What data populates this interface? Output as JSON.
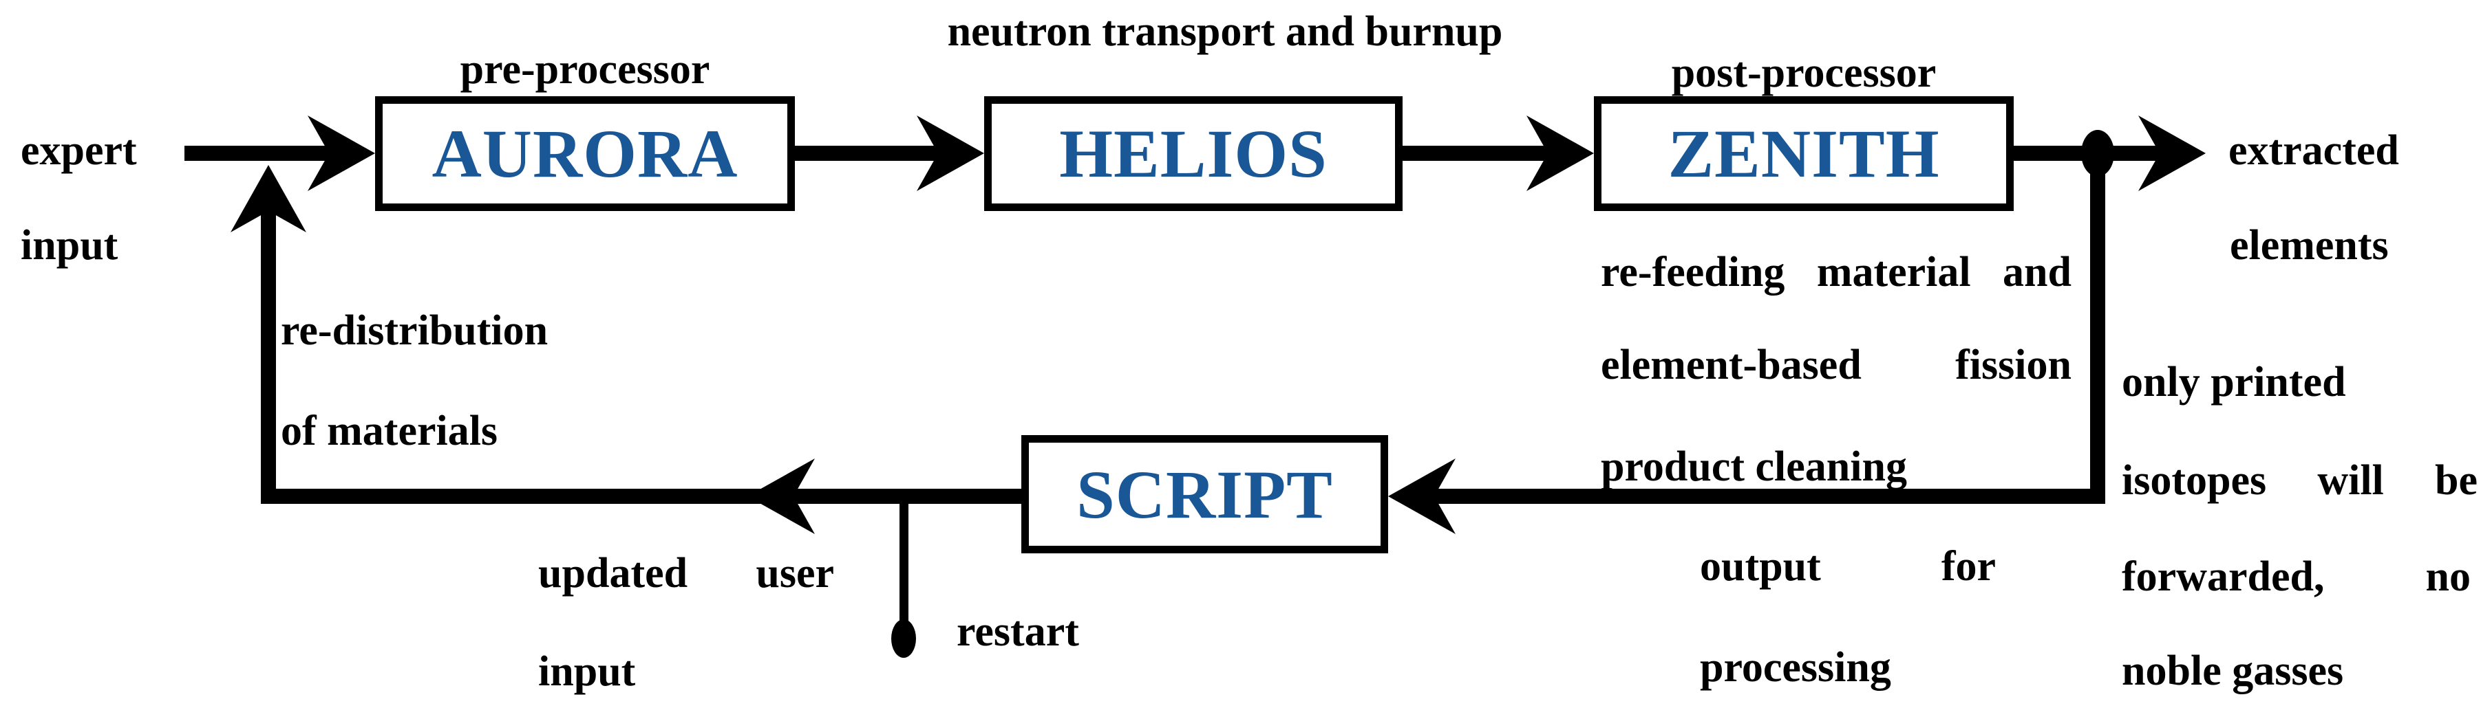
{
  "diagram": {
    "boxes": [
      {
        "id": "aurora",
        "label": "AURORA",
        "annotation": "pre-processor"
      },
      {
        "id": "helios",
        "label": "HELIOS",
        "annotation": "neutron transport and burnup"
      },
      {
        "id": "zenith",
        "label": "ZENITH",
        "annotation": "post-processor"
      },
      {
        "id": "script",
        "label": "SCRIPT"
      }
    ],
    "texts": {
      "expert_input": [
        "expert",
        "input"
      ],
      "redistribution": [
        "re-distribution",
        "of materials"
      ],
      "updated_user_input": [
        "updated user",
        "input"
      ],
      "restart": "restart",
      "refeeding": [
        "re-feeding material and",
        "element-based fission",
        "product cleaning"
      ],
      "output_processing": [
        "output for",
        "processing"
      ],
      "extracted_elements": [
        "extracted",
        "elements"
      ],
      "forwarding_note": [
        "only printed",
        "isotopes will be",
        "forwarded, no",
        "noble gasses"
      ]
    },
    "colors": {
      "box_text": "#1A5796",
      "line": "#000000",
      "background": "#FFFFFF"
    }
  }
}
